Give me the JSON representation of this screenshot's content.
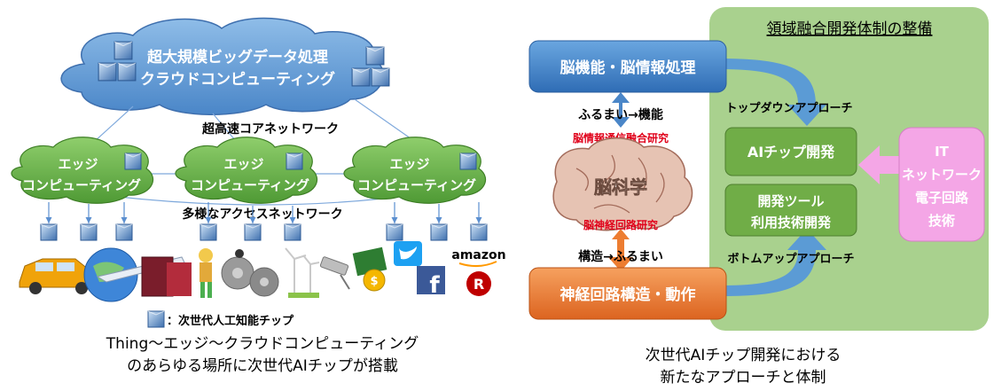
{
  "left": {
    "cloud_line1": "超大規模ビッグデータ処理",
    "cloud_line2": "クラウドコンピューティング",
    "core_network": "超高速コアネットワーク",
    "edges": [
      {
        "line1": "エッジ",
        "line2": "コンピューティング"
      },
      {
        "line1": "エッジ",
        "line2": "コンピューティング"
      },
      {
        "line1": "エッジ",
        "line2": "コンピューティング"
      }
    ],
    "access_network": "多様なアクセスネットワーク",
    "brand_amazon": "amazon",
    "brand_rakuten": "R",
    "brand_facebook": "f",
    "legend_text": "：次世代人工知能チップ",
    "caption_line1": "Thing～エッジ～クラウドコンピューティング",
    "caption_line2": "のあらゆる場所に次世代AIチップが搭載"
  },
  "right": {
    "panel_title": "領域融合開発体制の整備",
    "brain_function": "脳機能・脳情報処理",
    "behavior_to_function": "ふるまい→機能",
    "info_fusion_research": "脳情報通信融合研究",
    "brain_science": "脳科学",
    "neural_circuit_research": "脳神経回路研究",
    "structure_to_behavior": "構造→ふるまい",
    "neural_circuit": "神経回路構造・動作",
    "top_down": "トップダウンアプローチ",
    "ai_chip_dev": "AIチップ開発",
    "dev_tool_line1": "開発ツール",
    "dev_tool_line2": "利用技術開発",
    "it_lines": [
      "IT",
      "ネットワーク",
      "電子回路",
      "技術"
    ],
    "bottom_up": "ボトムアップアプローチ",
    "caption_line1": "次世代AIチップ開発における",
    "caption_line2": "新たなアプローチと体制"
  },
  "colors": {
    "cloud_blue": "#5b9bd5",
    "edge_green": "#6aa84f",
    "panel_green": "#a9d18e",
    "box_green": "#70ad47",
    "box_blue": "#4a86c8",
    "box_orange": "#ed7d31",
    "box_pink": "#f4a6e6",
    "research_red": "#e0001a"
  }
}
